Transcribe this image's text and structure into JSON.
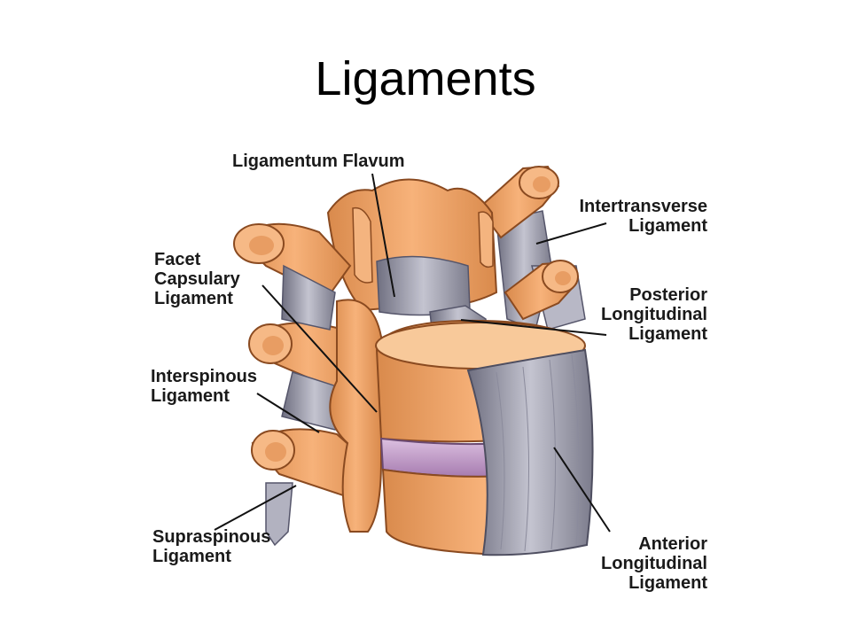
{
  "title": "Ligaments",
  "labels": {
    "ligamentum_flavum": "Ligamentum Flavum",
    "intertransverse": "Intertransverse\nLigament",
    "facet_capsulary": "Facet\nCapsulary\nLigament",
    "posterior_longitudinal": "Posterior\nLongitudinal\nLigament",
    "interspinous": "Interspinous\nLigament",
    "supraspinous": "Supraspinous\nLigament",
    "anterior_longitudinal": "Anterior\nLongitudinal\nLigament"
  },
  "colors": {
    "bone": "#f0a468",
    "bone_dark": "#c9703a",
    "bone_light": "#f8c99a",
    "ligament": "#9a9aa8",
    "ligament_light": "#d8d8e2",
    "disc": "#b98fc0",
    "leader": "#111111"
  }
}
